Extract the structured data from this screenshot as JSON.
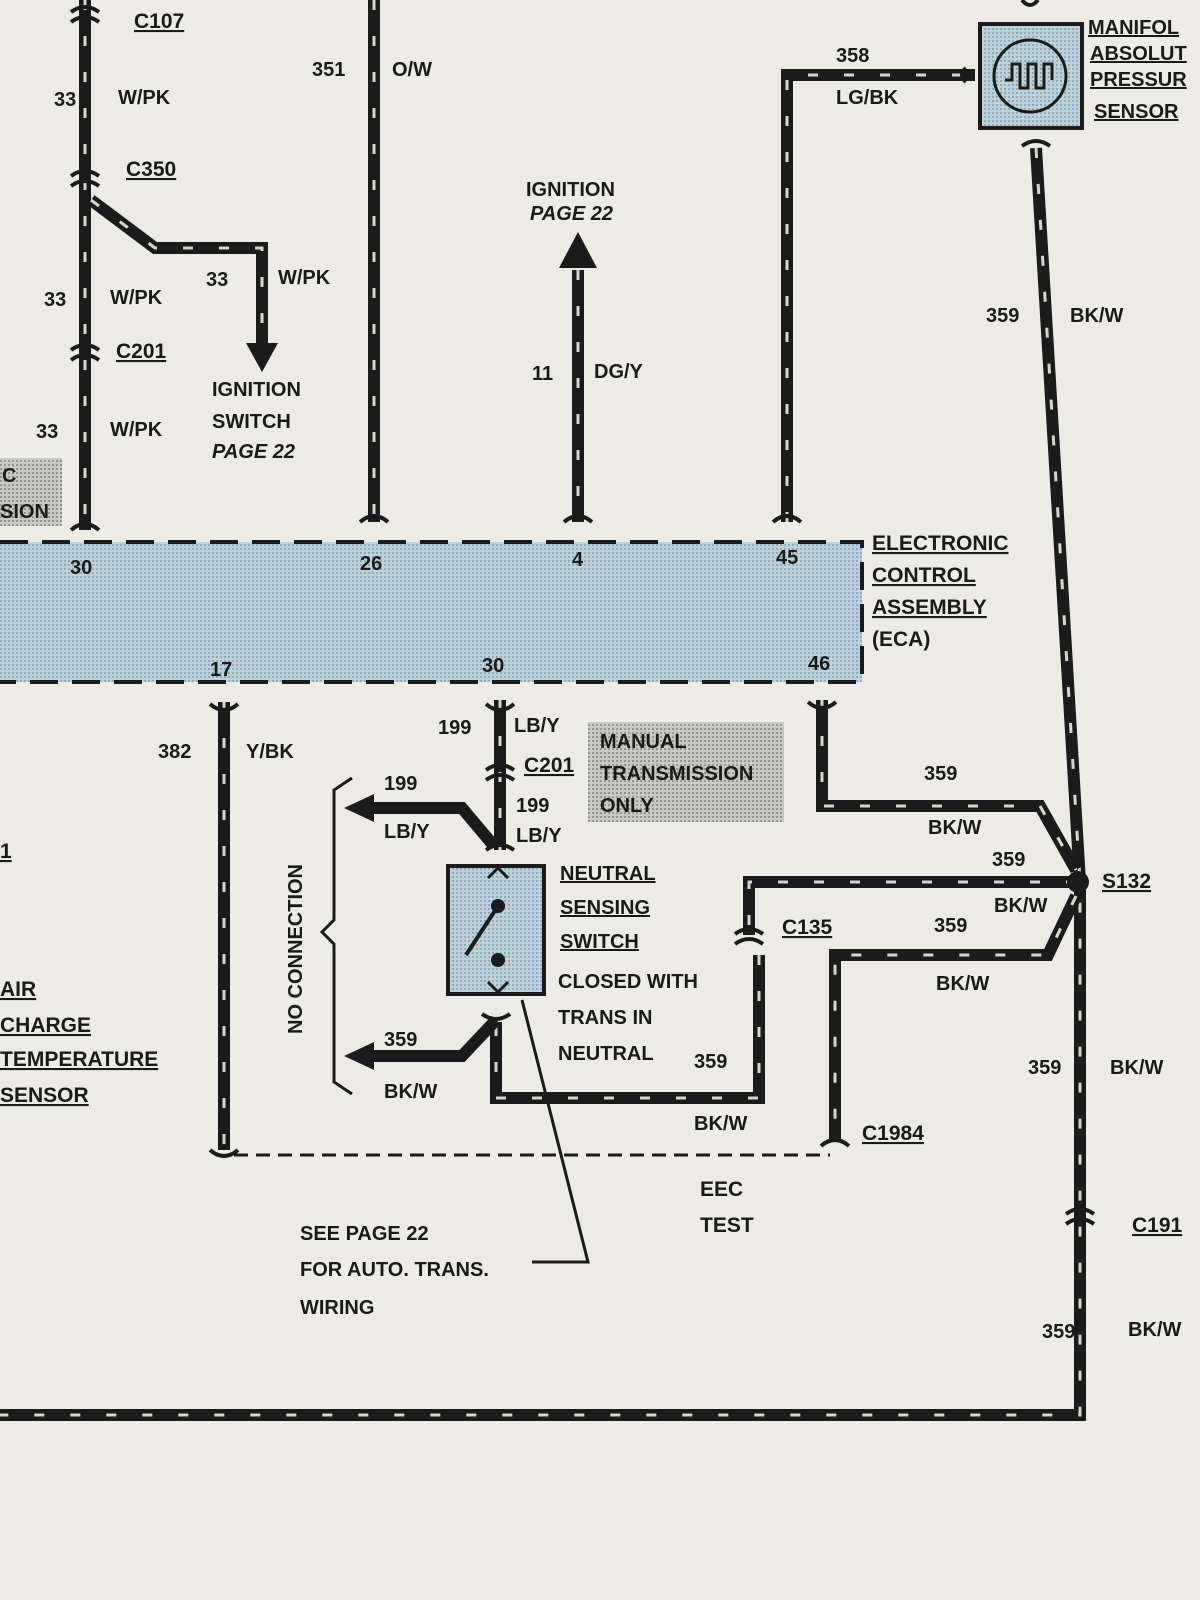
{
  "ecu": {
    "name_line1": "ELECTRONIC",
    "name_line2": "CONTROL",
    "name_line3": "ASSEMBLY",
    "abbrev": "(ECA)",
    "color": "#b9d2de",
    "pins_top": [
      "30",
      "26",
      "4",
      "45"
    ],
    "pins_bottom": [
      "17",
      "30",
      "46"
    ]
  },
  "connectors": {
    "c107": "C107",
    "c350": "C350",
    "c201_left": "C201",
    "c201_mid": "C201",
    "c135": "C135",
    "c1984": "C1984",
    "c191": "C191",
    "s132": "S132"
  },
  "wires": {
    "w33_a": {
      "circuit": "33",
      "color": "W/PK"
    },
    "w33_b": {
      "circuit": "33",
      "color": "W/PK"
    },
    "w33_c": {
      "circuit": "33",
      "color": "W/PK"
    },
    "w33_d": {
      "circuit": "33",
      "color": "W/PK"
    },
    "w351": {
      "circuit": "351",
      "color": "O/W"
    },
    "w11": {
      "circuit": "11",
      "color": "DG/Y"
    },
    "w358": {
      "circuit": "358",
      "color": "LG/BK"
    },
    "w359_mapsensor": {
      "circuit": "359",
      "color": "BK/W"
    },
    "w359_ecu46": {
      "circuit": "359",
      "color": "BK/W"
    },
    "w359_s132_top": {
      "circuit": "359",
      "color": "BK/W"
    },
    "w359_s132_mid": {
      "circuit": "359",
      "color": "BK/W"
    },
    "w359_right_mid": {
      "circuit": "359",
      "color": "BK/W"
    },
    "w359_right_bot": {
      "circuit": "359",
      "color": "BK/W"
    },
    "w359_nss_out": {
      "circuit": "359",
      "color": "BK/W"
    },
    "w359_c135": {
      "circuit": "359",
      "color": "BK/W"
    },
    "w382": {
      "circuit": "382",
      "color": "Y/BK"
    },
    "w199_top": {
      "circuit": "199",
      "color": "LB/Y"
    },
    "w199_left": {
      "circuit": "199",
      "color": "LB/Y"
    },
    "w199_right": {
      "circuit": "199",
      "color": "LB/Y"
    }
  },
  "labels": {
    "ignition_top_1": "IGNITION",
    "ignition_top_2": "PAGE 22",
    "ign_switch_1": "IGNITION",
    "ign_switch_2": "SWITCH",
    "ign_switch_3": "PAGE 22",
    "map_sensor_1": "MANIFOL",
    "map_sensor_2": "ABSOLUT",
    "map_sensor_3": "PRESSUR",
    "map_sensor_4": "SENSOR",
    "manual_only_1": "MANUAL",
    "manual_only_2": "TRANSMISSION",
    "manual_only_3": "ONLY",
    "nss_1": "NEUTRAL",
    "nss_2": "SENSING",
    "nss_3": "SWITCH",
    "nss_note_1": "CLOSED WITH",
    "nss_note_2": "TRANS IN",
    "nss_note_3": "NEUTRAL",
    "no_connection": "NO CONNECTION",
    "eec_test_1": "EEC",
    "eec_test_2": "TEST",
    "see_page_1": "SEE PAGE 22",
    "see_page_2": "FOR AUTO. TRANS.",
    "see_page_3": "WIRING",
    "air_charge_1": "AIR",
    "air_charge_2": "CHARGE",
    "air_charge_3": "TEMPERATURE",
    "air_charge_4": "SENSOR",
    "left_box_1": "C",
    "left_box_2": "SION",
    "left_frag_1": "1"
  }
}
